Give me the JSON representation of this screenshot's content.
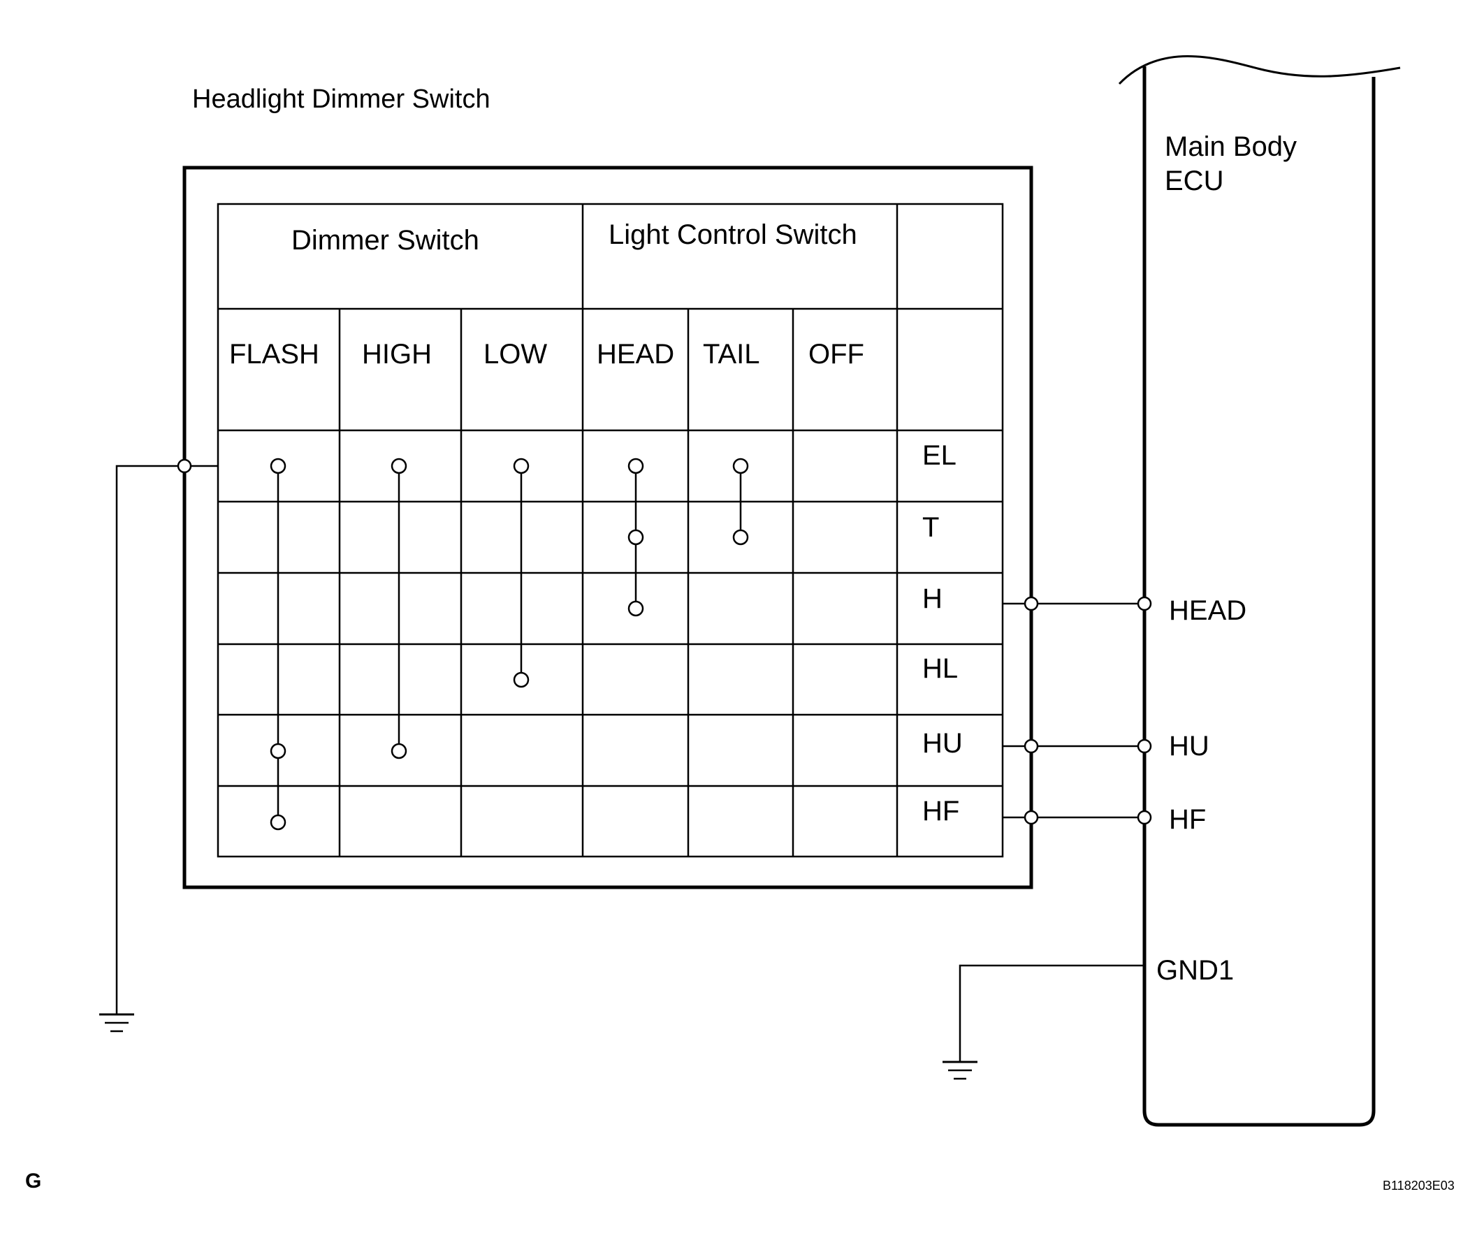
{
  "switch": {
    "title": "Headlight Dimmer Switch",
    "groups": {
      "dimmer": "Dimmer Switch",
      "light_control": "Light Control Switch"
    },
    "columns": [
      "FLASH",
      "HIGH",
      "LOW",
      "HEAD",
      "TAIL",
      "OFF"
    ],
    "terminals": [
      "EL",
      "T",
      "H",
      "HL",
      "HU",
      "HF"
    ],
    "connections": [
      {
        "column": "FLASH",
        "terminals": [
          "EL",
          "HU",
          "HF"
        ]
      },
      {
        "column": "HIGH",
        "terminals": [
          "EL",
          "HU"
        ]
      },
      {
        "column": "LOW",
        "terminals": [
          "EL",
          "HL"
        ]
      },
      {
        "column": "HEAD",
        "terminals": [
          "EL",
          "T",
          "H"
        ]
      },
      {
        "column": "TAIL",
        "terminals": [
          "EL",
          "T"
        ]
      }
    ]
  },
  "ecu": {
    "title_line1": "Main Body",
    "title_line2": "ECU",
    "pins": [
      "HEAD",
      "HU",
      "HF",
      "GND1"
    ]
  },
  "wiring": [
    {
      "from": "H",
      "to": "HEAD"
    },
    {
      "from": "HU",
      "to": "HU"
    },
    {
      "from": "HF",
      "to": "HF"
    }
  ],
  "footer": {
    "left_mark": "G",
    "ref_code": "B118203E03"
  }
}
